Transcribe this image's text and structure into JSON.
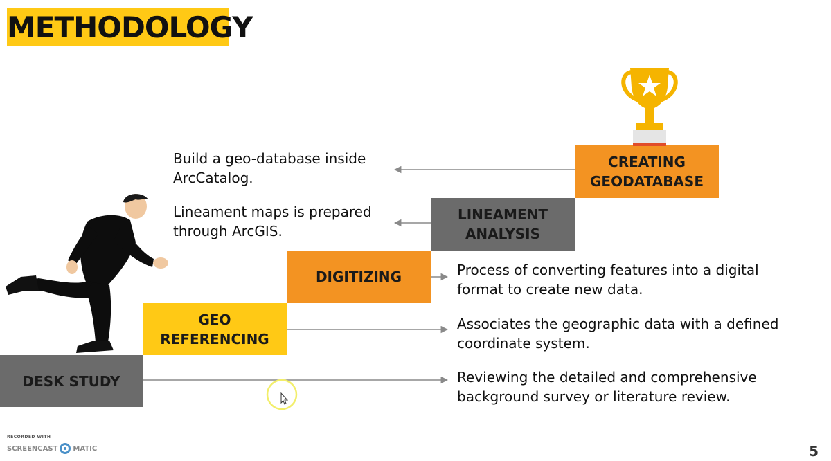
{
  "title": "METHODOLOGY",
  "steps": [
    {
      "lines": [
        "DESK STUDY"
      ],
      "description": [
        "Reviewing the detailed and comprehensive",
        "background survey or literature review."
      ],
      "color": "#6b6b6b"
    },
    {
      "lines": [
        "GEO",
        "REFERENCING"
      ],
      "description": [
        "Associates the geographic data with a defined",
        "coordinate system."
      ],
      "color": "#ffc915"
    },
    {
      "lines": [
        "DIGITIZING"
      ],
      "description": [
        "Process of converting features into a digital",
        "format to create new data."
      ],
      "color": "#f39322"
    },
    {
      "lines": [
        "LINEAMENT",
        "ANALYSIS"
      ],
      "description": [
        "Lineament maps is prepared",
        "through ArcGIS."
      ],
      "color": "#6b6b6b"
    },
    {
      "lines": [
        "CREATING",
        "GEODATABASE"
      ],
      "description": [
        "Build a geo-database inside",
        "ArcCatalog."
      ],
      "color": "#f39322"
    }
  ],
  "icons": {
    "trophy": "trophy-icon",
    "runner": "businessman-running-icon",
    "cursor": "mouse-cursor-icon"
  },
  "watermark": {
    "small": "RECORDED WITH",
    "left": "SCREENCAST",
    "right": "MATIC"
  },
  "page_number": "5",
  "colors": {
    "title_bg": "#ffc915",
    "trophy": "#f5b400",
    "cursor_ring": "#f2ee6a",
    "arrow": "#8a8a8a"
  }
}
